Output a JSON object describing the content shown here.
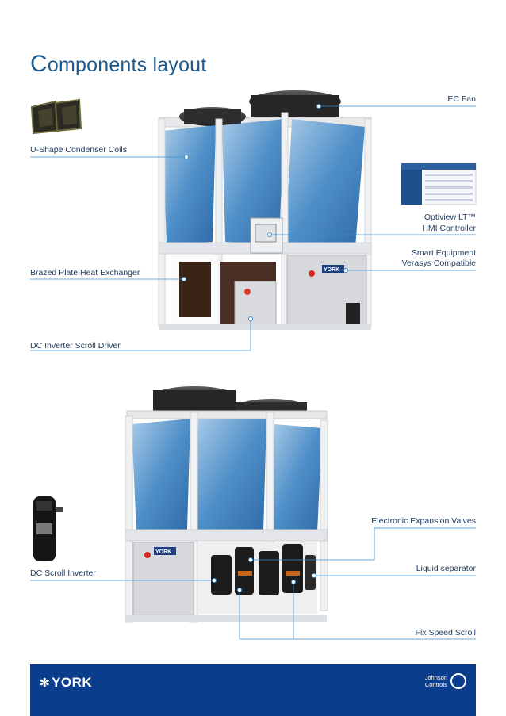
{
  "title": {
    "first": "C",
    "rest": "omponents layout"
  },
  "labels": {
    "ec_fan": "EC Fan",
    "u_shape": "U-Shape Condenser Coils",
    "optiview_1": "Optiview LT™",
    "optiview_2": "HMI Controller",
    "smart_1": "Smart Equipment",
    "smart_2": "Verasys Compatible",
    "brazed": "Brazed Plate Heat Exchanger",
    "dc_driver": "DC Inverter Scroll Driver",
    "eev": "Electronic Expansion Valves",
    "dc_scroll": "DC Scroll Inverter",
    "liquid_sep": "Liquid separator",
    "fix_speed": "Fix Speed Scroll"
  },
  "brand": {
    "york": "YORK",
    "york_small": "YORK",
    "jc_1": "Johnson",
    "jc_2": "Controls"
  },
  "colors": {
    "accent": "#1e5a8c",
    "footer": "#0b3d8d",
    "coil": "#4f8fc8",
    "line": "#3a8fd0"
  }
}
